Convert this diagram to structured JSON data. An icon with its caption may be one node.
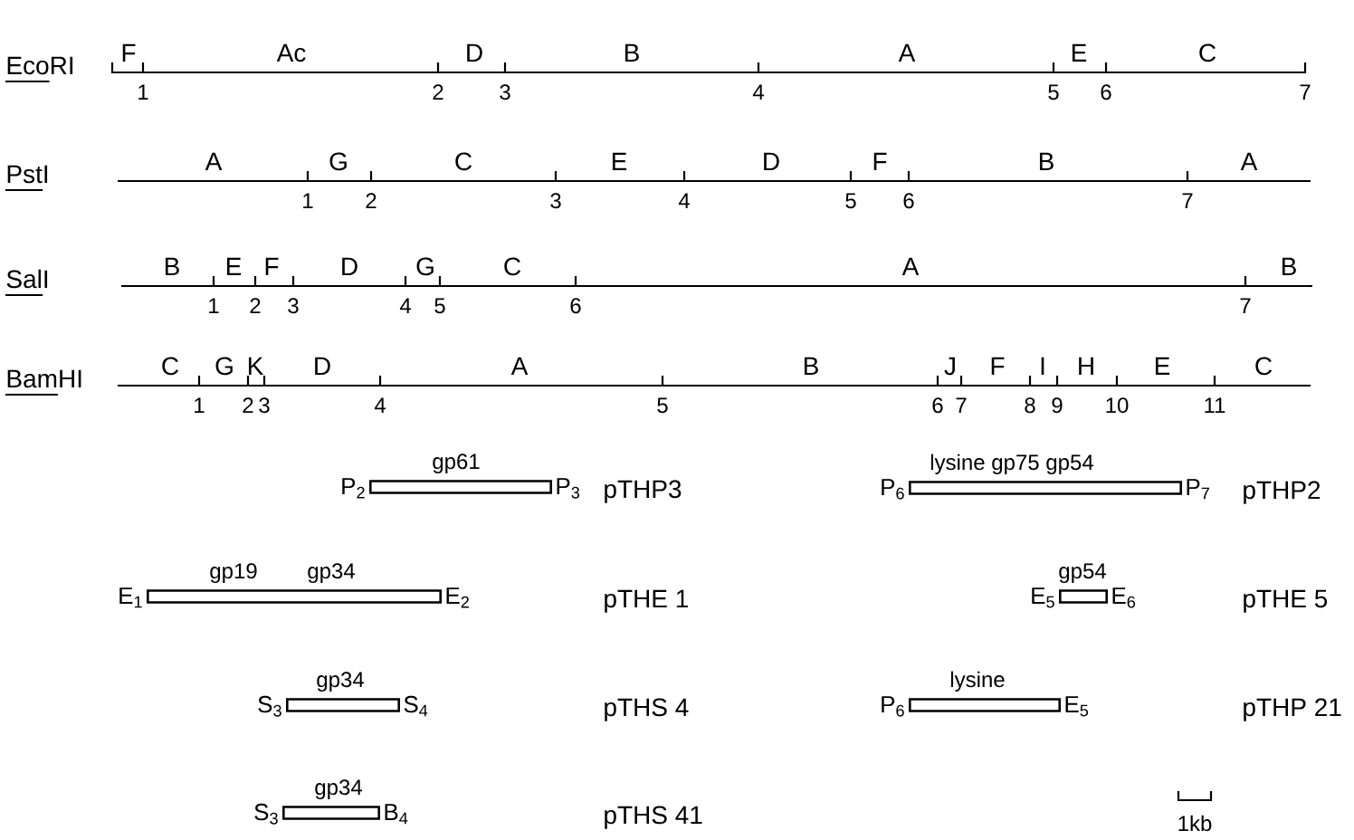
{
  "diagram": {
    "nodes": [
      {
        "text": [
          "gp61"
        ],
        "beside": [
          "P$_{2}$",
          "P$_{3}$"
        ]
      },
      {
        "text": [
          "lysine gp75 gp54"
        ],
        "beside": [
          "P$_{6}$",
          "P$_{7}$"
        ]
      },
      {
        "text": [
          "gp19",
          "gp34"
        ],
        "beside": [
          "E$_{1}$",
          "E$_{2}$"
        ]
      },
      {
        "text": [
          "gp54"
        ],
        "beside": [
          "E$_{5}$",
          "E$_{6}$"
        ]
      },
      {
        "text": [
          "gp34"
        ],
        "beside": [
          "S$_{3}$",
          "S$_{4}$"
        ]
      },
      {
        "text": [
          "lysine"
        ],
        "beside": [
          "P$_{6}$",
          "E$_{5}$"
        ]
      },
      {
        "text": [
          "gp34"
        ],
        "beside": [
          "S$_{3}$",
          "B$_{4}$"
        ]
      }
    ],
    "labels": [
      "EcoRI",
      "F",
      "Ac",
      "D",
      "B",
      "A",
      "E",
      "C",
      "1",
      "2",
      "3",
      "4",
      "5",
      "6",
      "7",
      "PstI",
      "A",
      "G",
      "C",
      "E",
      "D",
      "F",
      "B",
      "A",
      "1",
      "2",
      "3",
      "4",
      "5",
      "6",
      "7",
      "SalI",
      "B",
      "E",
      "F",
      "D",
      "G",
      "C",
      "A",
      "B",
      "1",
      "2",
      "3",
      "4",
      "5",
      "6",
      "7",
      "BamHI",
      "C",
      "G",
      "K",
      "D",
      "A",
      "B",
      "J",
      "F",
      "I",
      "H",
      "E",
      "C",
      "1",
      "2",
      "3",
      "4",
      "5",
      "6",
      "7",
      "8",
      "9",
      "10",
      "11",
      "pTHP3",
      "pTHP2",
      "pTHE 1",
      "pTHE 5",
      "pTHS 4",
      "pTHP 21",
      "pTHS 41",
      "1kb"
    ]
  }
}
